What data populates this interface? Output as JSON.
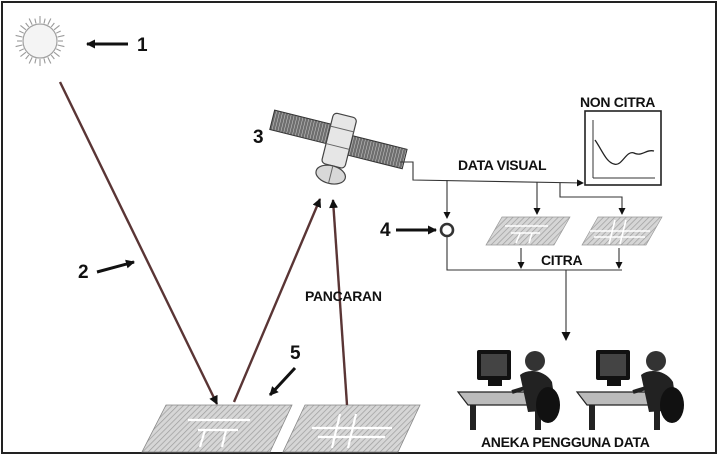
{
  "labels": {
    "non_citra": "NON CITRA",
    "data_visual": "DATA VISUAL",
    "pancaran": "PANCARAN",
    "citra": "CITRA",
    "aneka_pengguna_data": "ANEKA PENGGUNA DATA"
  },
  "numbers": {
    "n1": "1",
    "n2": "2",
    "n3": "3",
    "n4": "4",
    "n5": "5"
  },
  "colors": {
    "ink": "#111111",
    "arrow_body": "#7a4a4a",
    "panel_gray": "#8f8f8f",
    "panel_light": "#c9c9c9",
    "sun_rays": "#9a9a9a",
    "frame": "#222222"
  }
}
